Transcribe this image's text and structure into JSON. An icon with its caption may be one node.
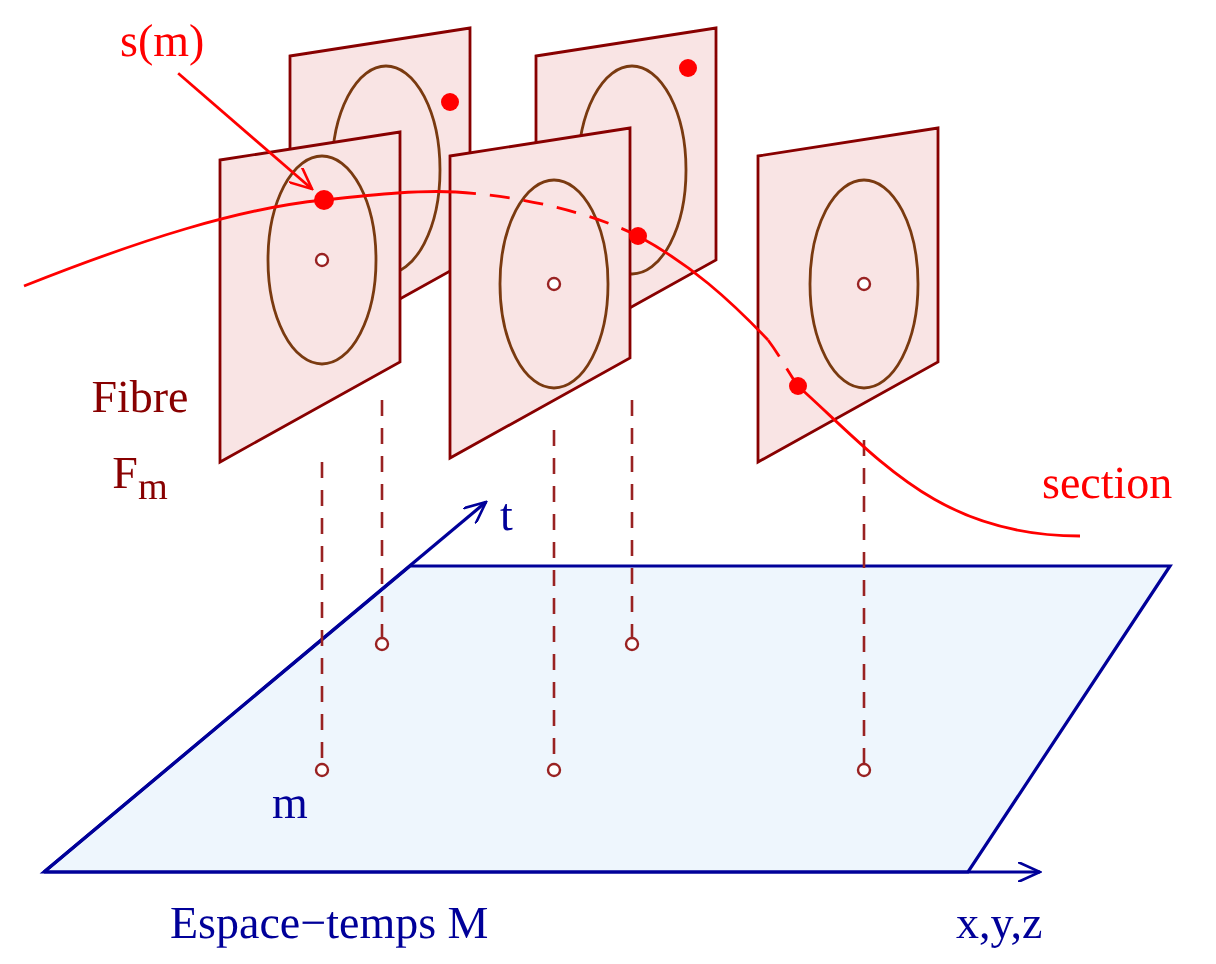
{
  "diagram": {
    "nodes": [
      {
        "text": [
          "s(m)"
        ]
      },
      {
        "text": [],
        "shape": "circle"
      }
    ],
    "edges": [
      {
        "from": 0,
        "to": 1,
        "arrow": "to"
      }
    ],
    "labels": [
      "Fibre F$_{m}$",
      "section",
      "t",
      "m",
      "Espace−temps M",
      "x,y,z"
    ]
  }
}
